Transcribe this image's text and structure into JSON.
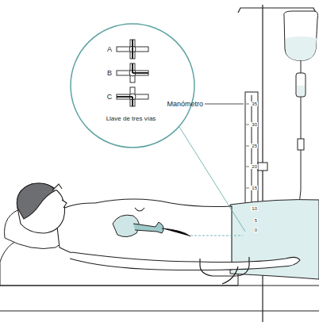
{
  "diagram": {
    "labels": [
      "Manómetro",
      "A",
      "B",
      "C",
      "Llave de tres vías",
      "35",
      "30",
      "25",
      "20",
      "15",
      "10",
      "5",
      "0"
    ]
  }
}
